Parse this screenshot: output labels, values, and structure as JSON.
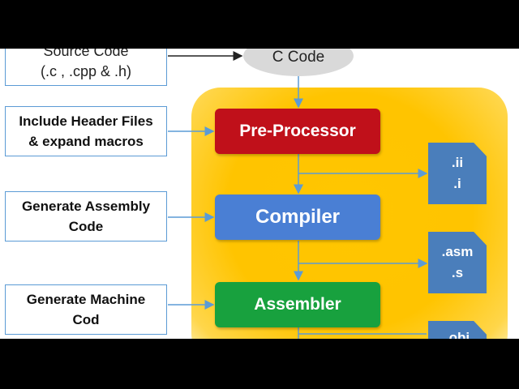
{
  "diagram": {
    "source": {
      "line1": "Source Code",
      "line2": "(.c , .cpp & .h)"
    },
    "c_code": "C Code",
    "steps": [
      {
        "note_line1": "Include Header Files",
        "note_line2": "& expand macros",
        "stage": "Pre-Processor",
        "color": "#c0101a"
      },
      {
        "note_line1": "Generate Assembly",
        "note_line2": "Code",
        "stage": "Compiler",
        "color": "#4a7fd4"
      },
      {
        "note_line1": "Generate Machine",
        "note_line2": "Cod",
        "stage": "Assembler",
        "color": "#18a13e"
      }
    ],
    "outputs": [
      {
        "line1": ".ii",
        "line2": ".i"
      },
      {
        "line1": ".asm",
        "line2": ".s"
      },
      {
        "line1": ".obj",
        "line2": ""
      }
    ],
    "colors": {
      "panel": "#ffc400",
      "box_border": "#5b9bd5",
      "connector": "#5b9bd5",
      "file_doc": "#4a7ebb"
    }
  }
}
